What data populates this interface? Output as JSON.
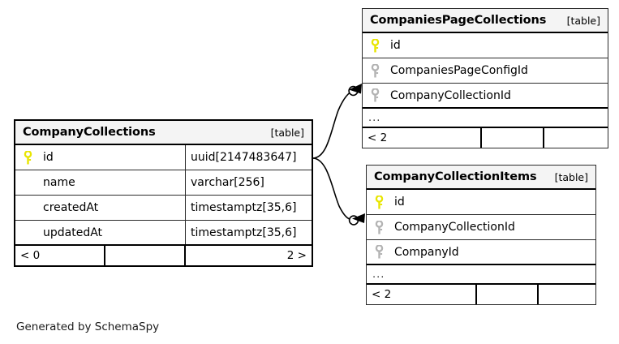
{
  "diagram": {
    "kind": "database-schema-erd",
    "generator_note": "Generated by SchemaSpy",
    "table_tag": "[table]",
    "ellipsis": "...",
    "colors": {
      "primary_key": "#e8e500",
      "foreign_key": "#b3b3b3",
      "header_background": "#f4f4f4",
      "border": "#2b2b2b",
      "connector": "#000000",
      "page_background": "#ffffff"
    }
  },
  "entities": {
    "company_collections": {
      "title": "CompanyCollections",
      "tag": "[table]",
      "columns": [
        {
          "name": "id",
          "type": "uuid[2147483647]",
          "key": "primary"
        },
        {
          "name": "name",
          "type": "varchar[256]",
          "key": "none"
        },
        {
          "name": "createdAt",
          "type": "timestamptz[35,6]",
          "key": "none"
        },
        {
          "name": "updatedAt",
          "type": "timestamptz[35,6]",
          "key": "none"
        }
      ],
      "footer": {
        "left": "< 0",
        "middle": "",
        "right": "2 >"
      }
    },
    "companies_page_collections": {
      "title": "CompaniesPageCollections",
      "tag": "[table]",
      "columns": [
        {
          "name": "id",
          "key": "primary"
        },
        {
          "name": "CompaniesPageConfigId",
          "key": "foreign"
        },
        {
          "name": "CompanyCollectionId",
          "key": "foreign"
        }
      ],
      "ellipsis": "...",
      "footer": {
        "left": "< 2",
        "middle": "",
        "right": ""
      }
    },
    "company_collection_items": {
      "title": "CompanyCollectionItems",
      "tag": "[table]",
      "columns": [
        {
          "name": "id",
          "key": "primary"
        },
        {
          "name": "CompanyCollectionId",
          "key": "foreign"
        },
        {
          "name": "CompanyId",
          "key": "foreign"
        }
      ],
      "ellipsis": "...",
      "footer": {
        "left": "< 2",
        "middle": "",
        "right": ""
      }
    }
  },
  "relationships": [
    {
      "from_entity": "CompanyCollections",
      "from_column": "id",
      "to_entity": "CompaniesPageCollections",
      "to_column": "CompanyCollectionId",
      "marker_start": "none",
      "marker_end": "optional-arrow"
    },
    {
      "from_entity": "CompanyCollections",
      "from_column": "id",
      "to_entity": "CompanyCollectionItems",
      "to_column": "CompanyCollectionId",
      "marker_start": "none",
      "marker_end": "optional-arrow"
    }
  ]
}
